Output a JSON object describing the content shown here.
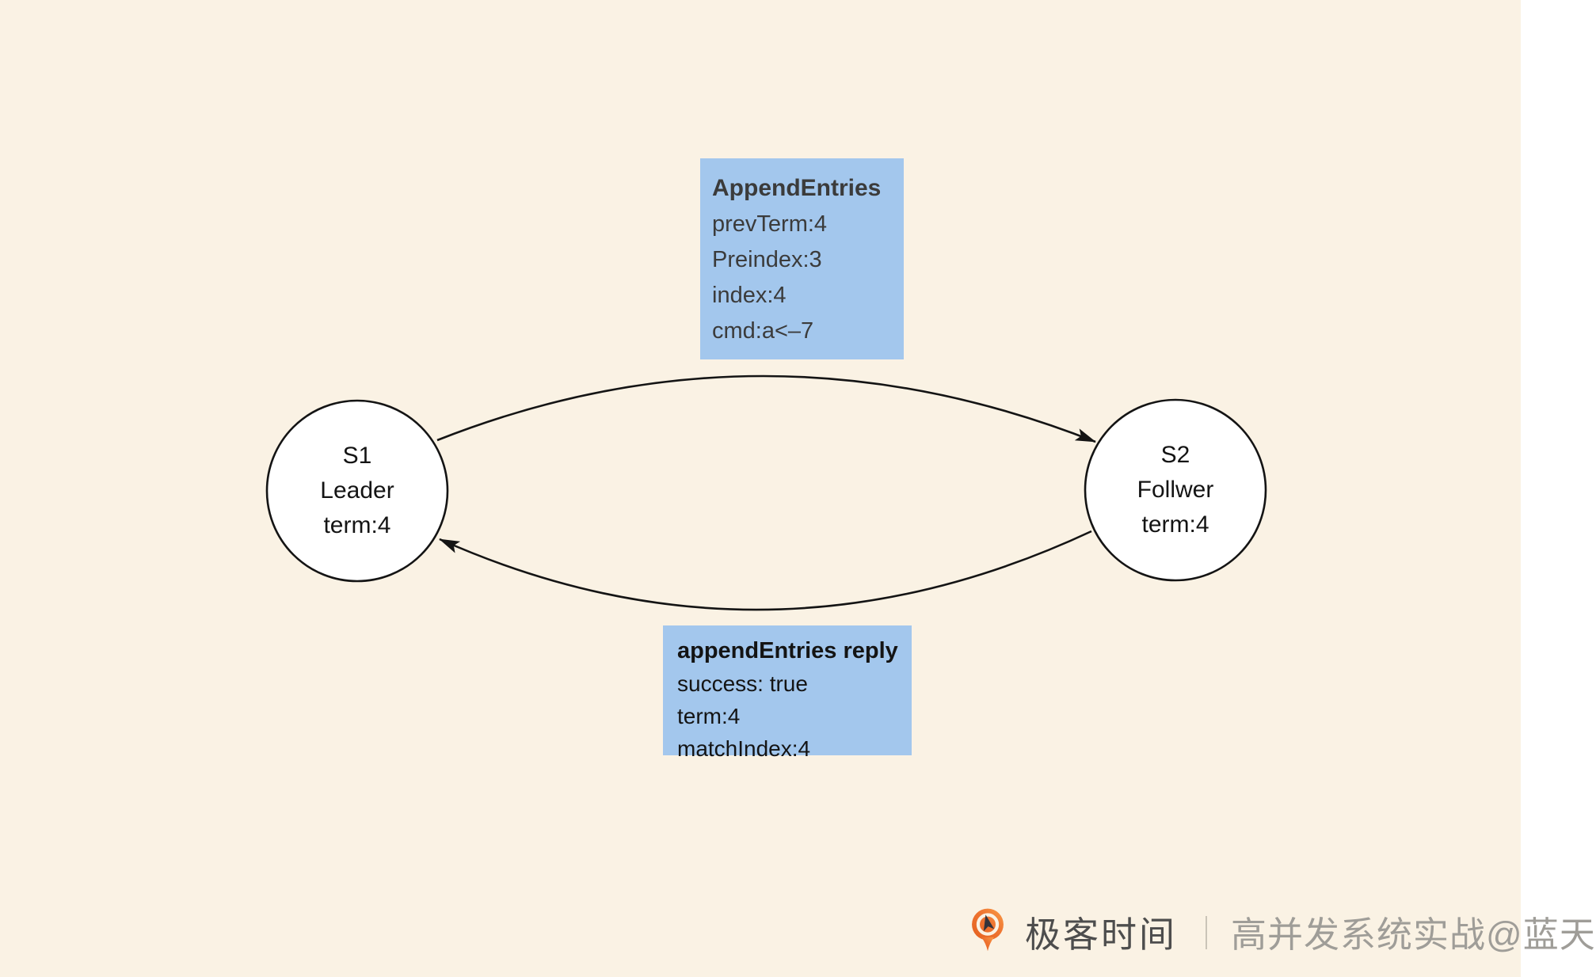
{
  "diagram": {
    "background_color": "#faf2e4",
    "message_box_color": "#a3c7ed",
    "line_color": "#141414",
    "nodes": [
      {
        "id": "S1",
        "lines": [
          "S1",
          "Leader",
          "term:4"
        ]
      },
      {
        "id": "S2",
        "lines": [
          "S2",
          "Follwer",
          "term:4"
        ]
      }
    ],
    "request": {
      "title": "AppendEntries",
      "lines": [
        "prevTerm:4",
        "Preindex:3",
        "index:4",
        "cmd:a<–7"
      ]
    },
    "reply": {
      "title": "appendEntries reply",
      "lines": [
        "success: true",
        "term:4",
        "matchIndex:4"
      ]
    }
  },
  "watermark": {
    "brand": "极客时间",
    "separator": "｜",
    "credit": "高并发系统实战@蓝天",
    "logo_color": "#ee7330"
  }
}
